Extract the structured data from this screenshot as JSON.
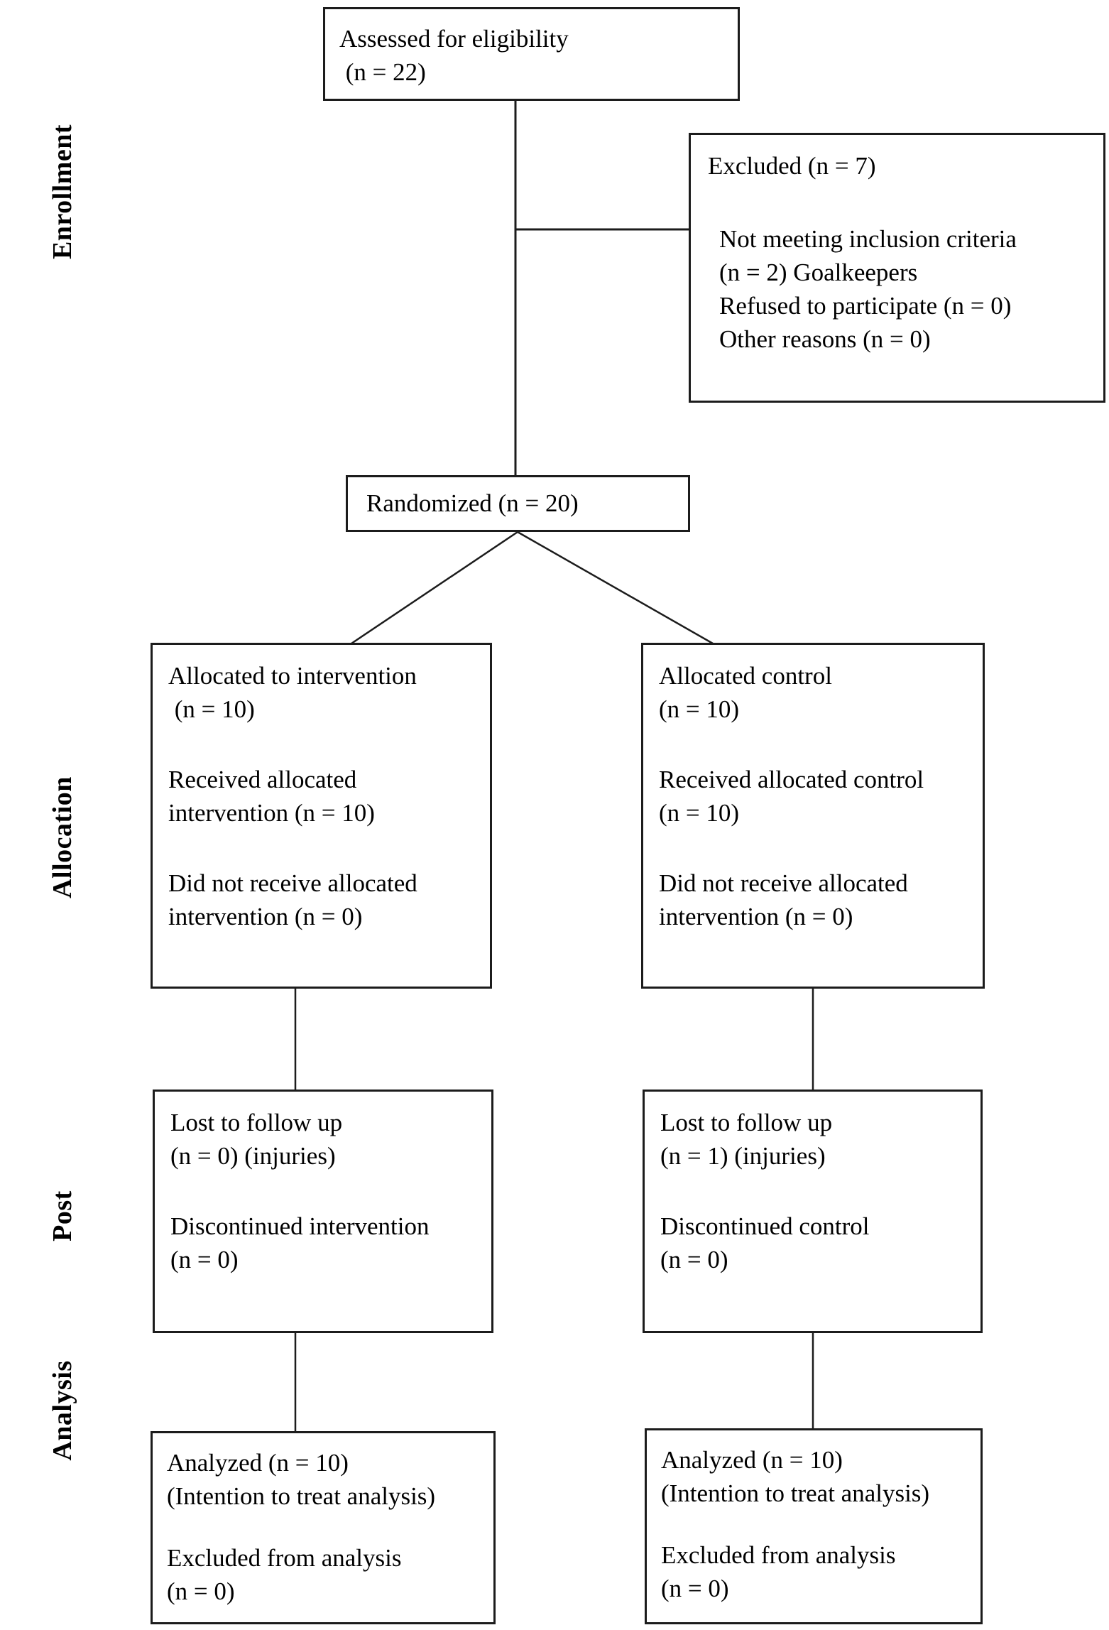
{
  "diagram": {
    "type": "consort-flow-diagram",
    "stage_labels": [
      "Enrollment",
      "Allocation",
      "Post",
      "Analysis"
    ]
  },
  "colors": {
    "line": "#1c1c1c",
    "text": "#000000",
    "background": "#ffffff"
  },
  "boxes": {
    "assessed": {
      "text": "Assessed for eligibility\n (n = 22)"
    },
    "excluded": {
      "title": "Excluded (n = 7)",
      "items": "Not meeting inclusion criteria\n(n = 2) Goalkeepers\nRefused to participate (n = 0)\nOther reasons (n = 0)"
    },
    "randomized": {
      "text": "Randomized (n = 20)"
    },
    "alloc_intervention": {
      "p1": "Allocated to intervention\n (n = 10)",
      "p2": "Received allocated\nintervention (n = 10)",
      "p3": "Did not receive allocated\nintervention (n = 0)"
    },
    "alloc_control": {
      "p1": "Allocated control\n(n = 10)",
      "p2": "Received allocated control\n(n = 10)",
      "p3": "Did not receive allocated\nintervention (n = 0)"
    },
    "followup_intervention": {
      "p1": "Lost to follow up\n(n = 0) (injuries)",
      "p2": "Discontinued intervention\n(n = 0)"
    },
    "followup_control": {
      "p1": "Lost to follow up\n(n = 1) (injuries)",
      "p2": "Discontinued control\n(n = 0)"
    },
    "analysis_intervention": {
      "p1": "Analyzed (n = 10)\n(Intention to treat analysis)",
      "p2": "Excluded from analysis\n(n = 0)"
    },
    "analysis_control": {
      "p1": "Analyzed (n = 10)\n(Intention to treat analysis)",
      "p2": "Excluded from analysis\n(n = 0)"
    }
  }
}
